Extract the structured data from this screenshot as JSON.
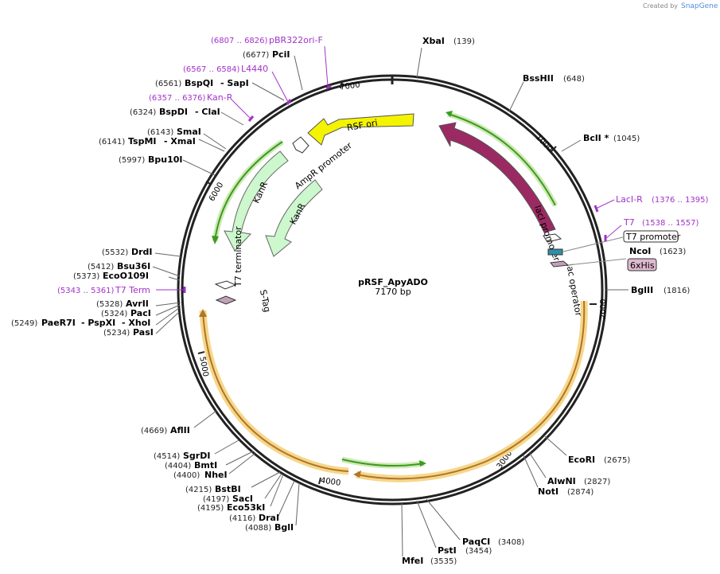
{
  "header": {
    "created_by": "Created by",
    "brand": "SnapGene"
  },
  "plasmid": {
    "name": "pRSF_ApyADO",
    "size": "7170 bp"
  },
  "ticks": {
    "t1000": "1000",
    "t2000": "2000",
    "t3000": "3000",
    "t4000": "4000",
    "t5000": "5000",
    "t6000": "6000",
    "t7000": "7000"
  },
  "enzymes": {
    "xbai": {
      "name": "XbaI",
      "pos": "(139)"
    },
    "bsshii": {
      "name": "BssHII",
      "pos": "(648)"
    },
    "bcli": {
      "name": "BclI *",
      "pos": "(1045)"
    },
    "ncoi": {
      "name": "NcoI",
      "pos": "(1623)"
    },
    "bglii": {
      "name": "BglII",
      "pos": "(1816)"
    },
    "ecori": {
      "name": "EcoRI",
      "pos": "(2675)"
    },
    "alwni": {
      "name": "AlwNI",
      "pos": "(2827)"
    },
    "noti": {
      "name": "NotI",
      "pos": "(2874)"
    },
    "paqci": {
      "name": "PaqCI",
      "pos": "(3408)"
    },
    "psti": {
      "name": "PstI",
      "pos": "(3454)"
    },
    "mfei": {
      "name": "MfeI",
      "pos": "(3535)"
    },
    "bgli": {
      "name": "BglI",
      "pos": "(4088)"
    },
    "drai": {
      "name": "DraI",
      "pos": "(4116)"
    },
    "eco53ki": {
      "name": "Eco53kI",
      "pos": "(4195)"
    },
    "saci": {
      "name": "SacI",
      "pos": "(4197)"
    },
    "bstbi": {
      "name": "BstBI",
      "pos": "(4215)"
    },
    "nhei": {
      "name": "NheI",
      "pos": "(4400)"
    },
    "bmti": {
      "name": "BmtI",
      "pos": "(4404)"
    },
    "sgrdi": {
      "name": "SgrDI",
      "pos": "(4514)"
    },
    "aflii": {
      "name": "AflII",
      "pos": "(4669)"
    },
    "pasi": {
      "name": "PasI",
      "pos": "(5234)"
    },
    "paer7i": {
      "name": "PaeR7I",
      "pos": "(5249)"
    },
    "pspxi": {
      "name": "- PspXI",
      "pos": ""
    },
    "xhoi": {
      "name": "- XhoI",
      "pos": ""
    },
    "paci": {
      "name": "PacI",
      "pos": "(5324)"
    },
    "avrii": {
      "name": "AvrII",
      "pos": "(5328)"
    },
    "ecoo109i": {
      "name": "EcoO109I",
      "pos": "(5373)"
    },
    "bsu36i": {
      "name": "Bsu36I",
      "pos": "(5412)"
    },
    "drdi": {
      "name": "DrdI",
      "pos": "(5532)"
    },
    "bpu10i": {
      "name": "Bpu10I",
      "pos": "(5997)"
    },
    "tspmi": {
      "name": "TspMI",
      "pos": "(6141)"
    },
    "xmai": {
      "name": "- XmaI",
      "pos": ""
    },
    "smai": {
      "name": "SmaI",
      "pos": "(6143)"
    },
    "bspdi": {
      "name": "BspDI",
      "pos": "(6324)"
    },
    "clai": {
      "name": "- ClaI",
      "pos": ""
    },
    "bspqi": {
      "name": "BspQI",
      "pos": "(6561)"
    },
    "sapi": {
      "name": "- SapI",
      "pos": ""
    },
    "pcii": {
      "name": "PciI",
      "pos": "(6677)"
    }
  },
  "primers": {
    "pbr322": {
      "name": "pBR322ori-F",
      "range": "(6807 .. 6826)"
    },
    "l4440": {
      "name": "L4440",
      "range": "(6567 .. 6584)"
    },
    "kanr": {
      "name": "Kan-R",
      "range": "(6357 .. 6376)"
    },
    "laciR": {
      "name": "LacI-R",
      "range": "(1376 .. 1395)"
    },
    "t7": {
      "name": "T7",
      "range": "(1538 .. 1557)"
    },
    "t7term": {
      "name": "T7 Term",
      "range": "(5343 .. 5361)"
    }
  },
  "features": {
    "rsf_ori": "RSF ori",
    "laci": "lacI",
    "laci_promoter": "lacI promoter",
    "lac_operator": "lac operator",
    "t7_promoter": "T7 promoter",
    "his6": "6xHis",
    "ampr_promoter": "AmpR promoter",
    "kanr1": "KanR",
    "kanr2": "KanR",
    "t7_terminator": "T7 terminator",
    "stag": "S-Tag"
  },
  "colors": {
    "backbone": "#222222",
    "rsf_ori": "#f4f400",
    "laci": "#9b2a63",
    "kanr": "#cdf7cc",
    "orf_outline": "#f3b94d",
    "orf_green": "#3a9b20",
    "primer": "#a232c9"
  }
}
